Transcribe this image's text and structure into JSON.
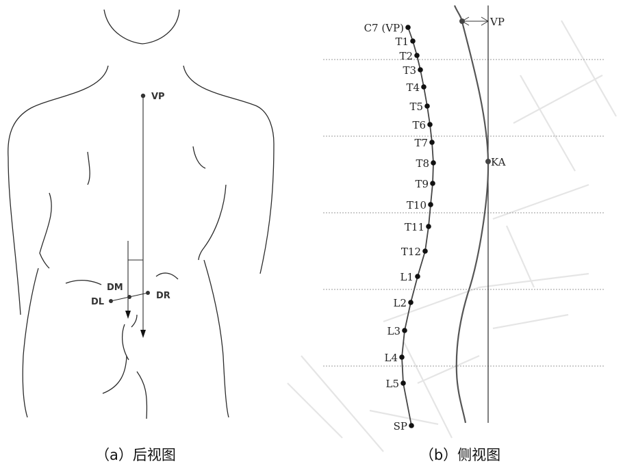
{
  "posterior_view": {
    "caption": "（a）后视图",
    "landmarks": {
      "vp": "VP",
      "dm": "DM",
      "dl": "DL",
      "dr": "DR"
    }
  },
  "lateral_view": {
    "caption": "（b）侧视图",
    "vertebrae": [
      "C7 (VP)",
      "T1",
      "T2",
      "T3",
      "T4",
      "T5",
      "T6",
      "T7",
      "T8",
      "T9",
      "T10",
      "T11",
      "T12",
      "L1",
      "L2",
      "L3",
      "L4",
      "L5",
      "SP"
    ],
    "vp_marker": "VP",
    "ka_marker": "KA"
  },
  "colors": {
    "line": "#3a3a3a",
    "dot": "#111111",
    "dotted_guides": "#9a9a9a",
    "watermark": "#cfcfcf"
  }
}
